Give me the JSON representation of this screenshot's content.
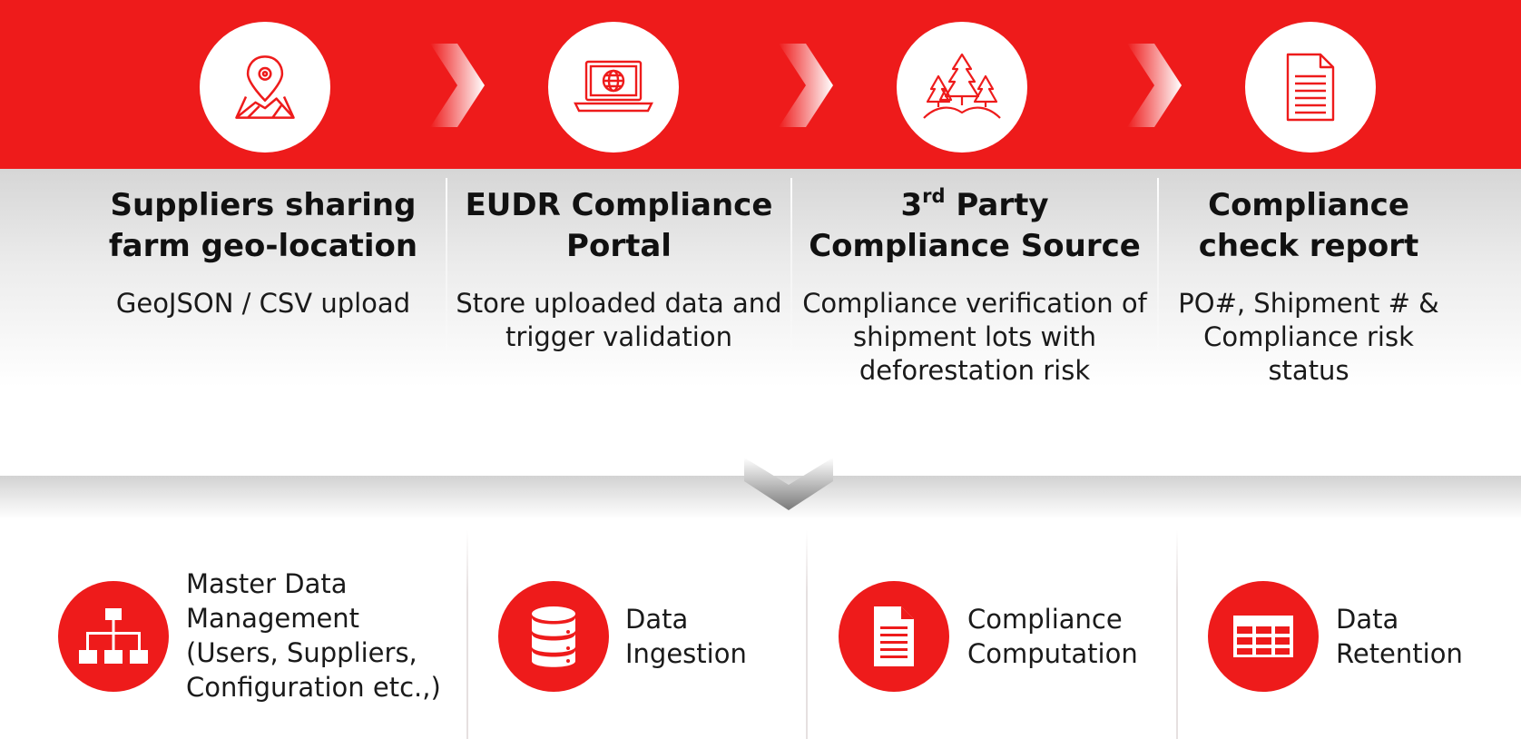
{
  "steps": [
    {
      "title": "Suppliers sharing farm geo-location",
      "description": "GeoJSON / CSV upload",
      "icon": "map-pin-icon"
    },
    {
      "title": "EUDR Compliance Portal",
      "description": "Store uploaded data and trigger validation",
      "icon": "laptop-globe-icon"
    },
    {
      "title_prefix": "3",
      "title_sup": "rd",
      "title_rest_line1": "Party",
      "title_line2": "Compliance Source",
      "description": "Compliance verification of shipment lots with deforestation risk",
      "icon": "forest-icon"
    },
    {
      "title": "Compliance check report",
      "description": "PO#, Shipment # & Compliance risk status",
      "icon": "document-icon"
    }
  ],
  "capabilities": [
    {
      "label": "Master Data Management (Users, Suppliers, Configuration etc.,)",
      "icon": "hierarchy-icon"
    },
    {
      "label": "Data Ingestion",
      "icon": "database-icon"
    },
    {
      "label": "Compliance Computation",
      "icon": "document-icon"
    },
    {
      "label": "Data Retention",
      "icon": "table-icon"
    }
  ],
  "colors": {
    "accent": "#ee1b1b",
    "text": "#111111",
    "gradient_gray": "#d6d6d6"
  }
}
